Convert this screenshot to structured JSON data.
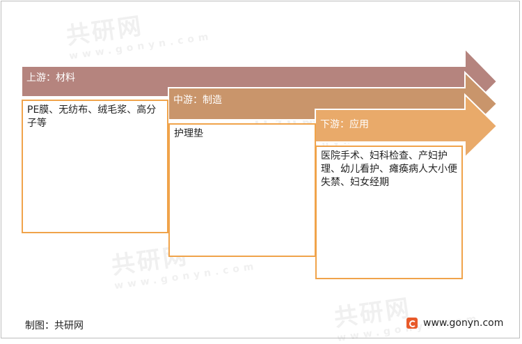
{
  "stages": [
    {
      "title": "上游：材料",
      "content": "PE膜、无纺布、绒毛浆、高分子等",
      "color": "#b5847e"
    },
    {
      "title": "中游：制造",
      "content": "护理垫",
      "color": "#c9956b"
    },
    {
      "title": "下游：应用",
      "content": "医院手术、妇科检查、产妇护理、幼儿看护、瘫痪病人大小便失禁、妇女经期",
      "color": "#e9aa6a"
    }
  ],
  "footer": {
    "credit": "制图：共研网",
    "website": "www.gonyn.com"
  },
  "watermark": {
    "brand": "共研网",
    "domain": "www.gonyn.com"
  }
}
